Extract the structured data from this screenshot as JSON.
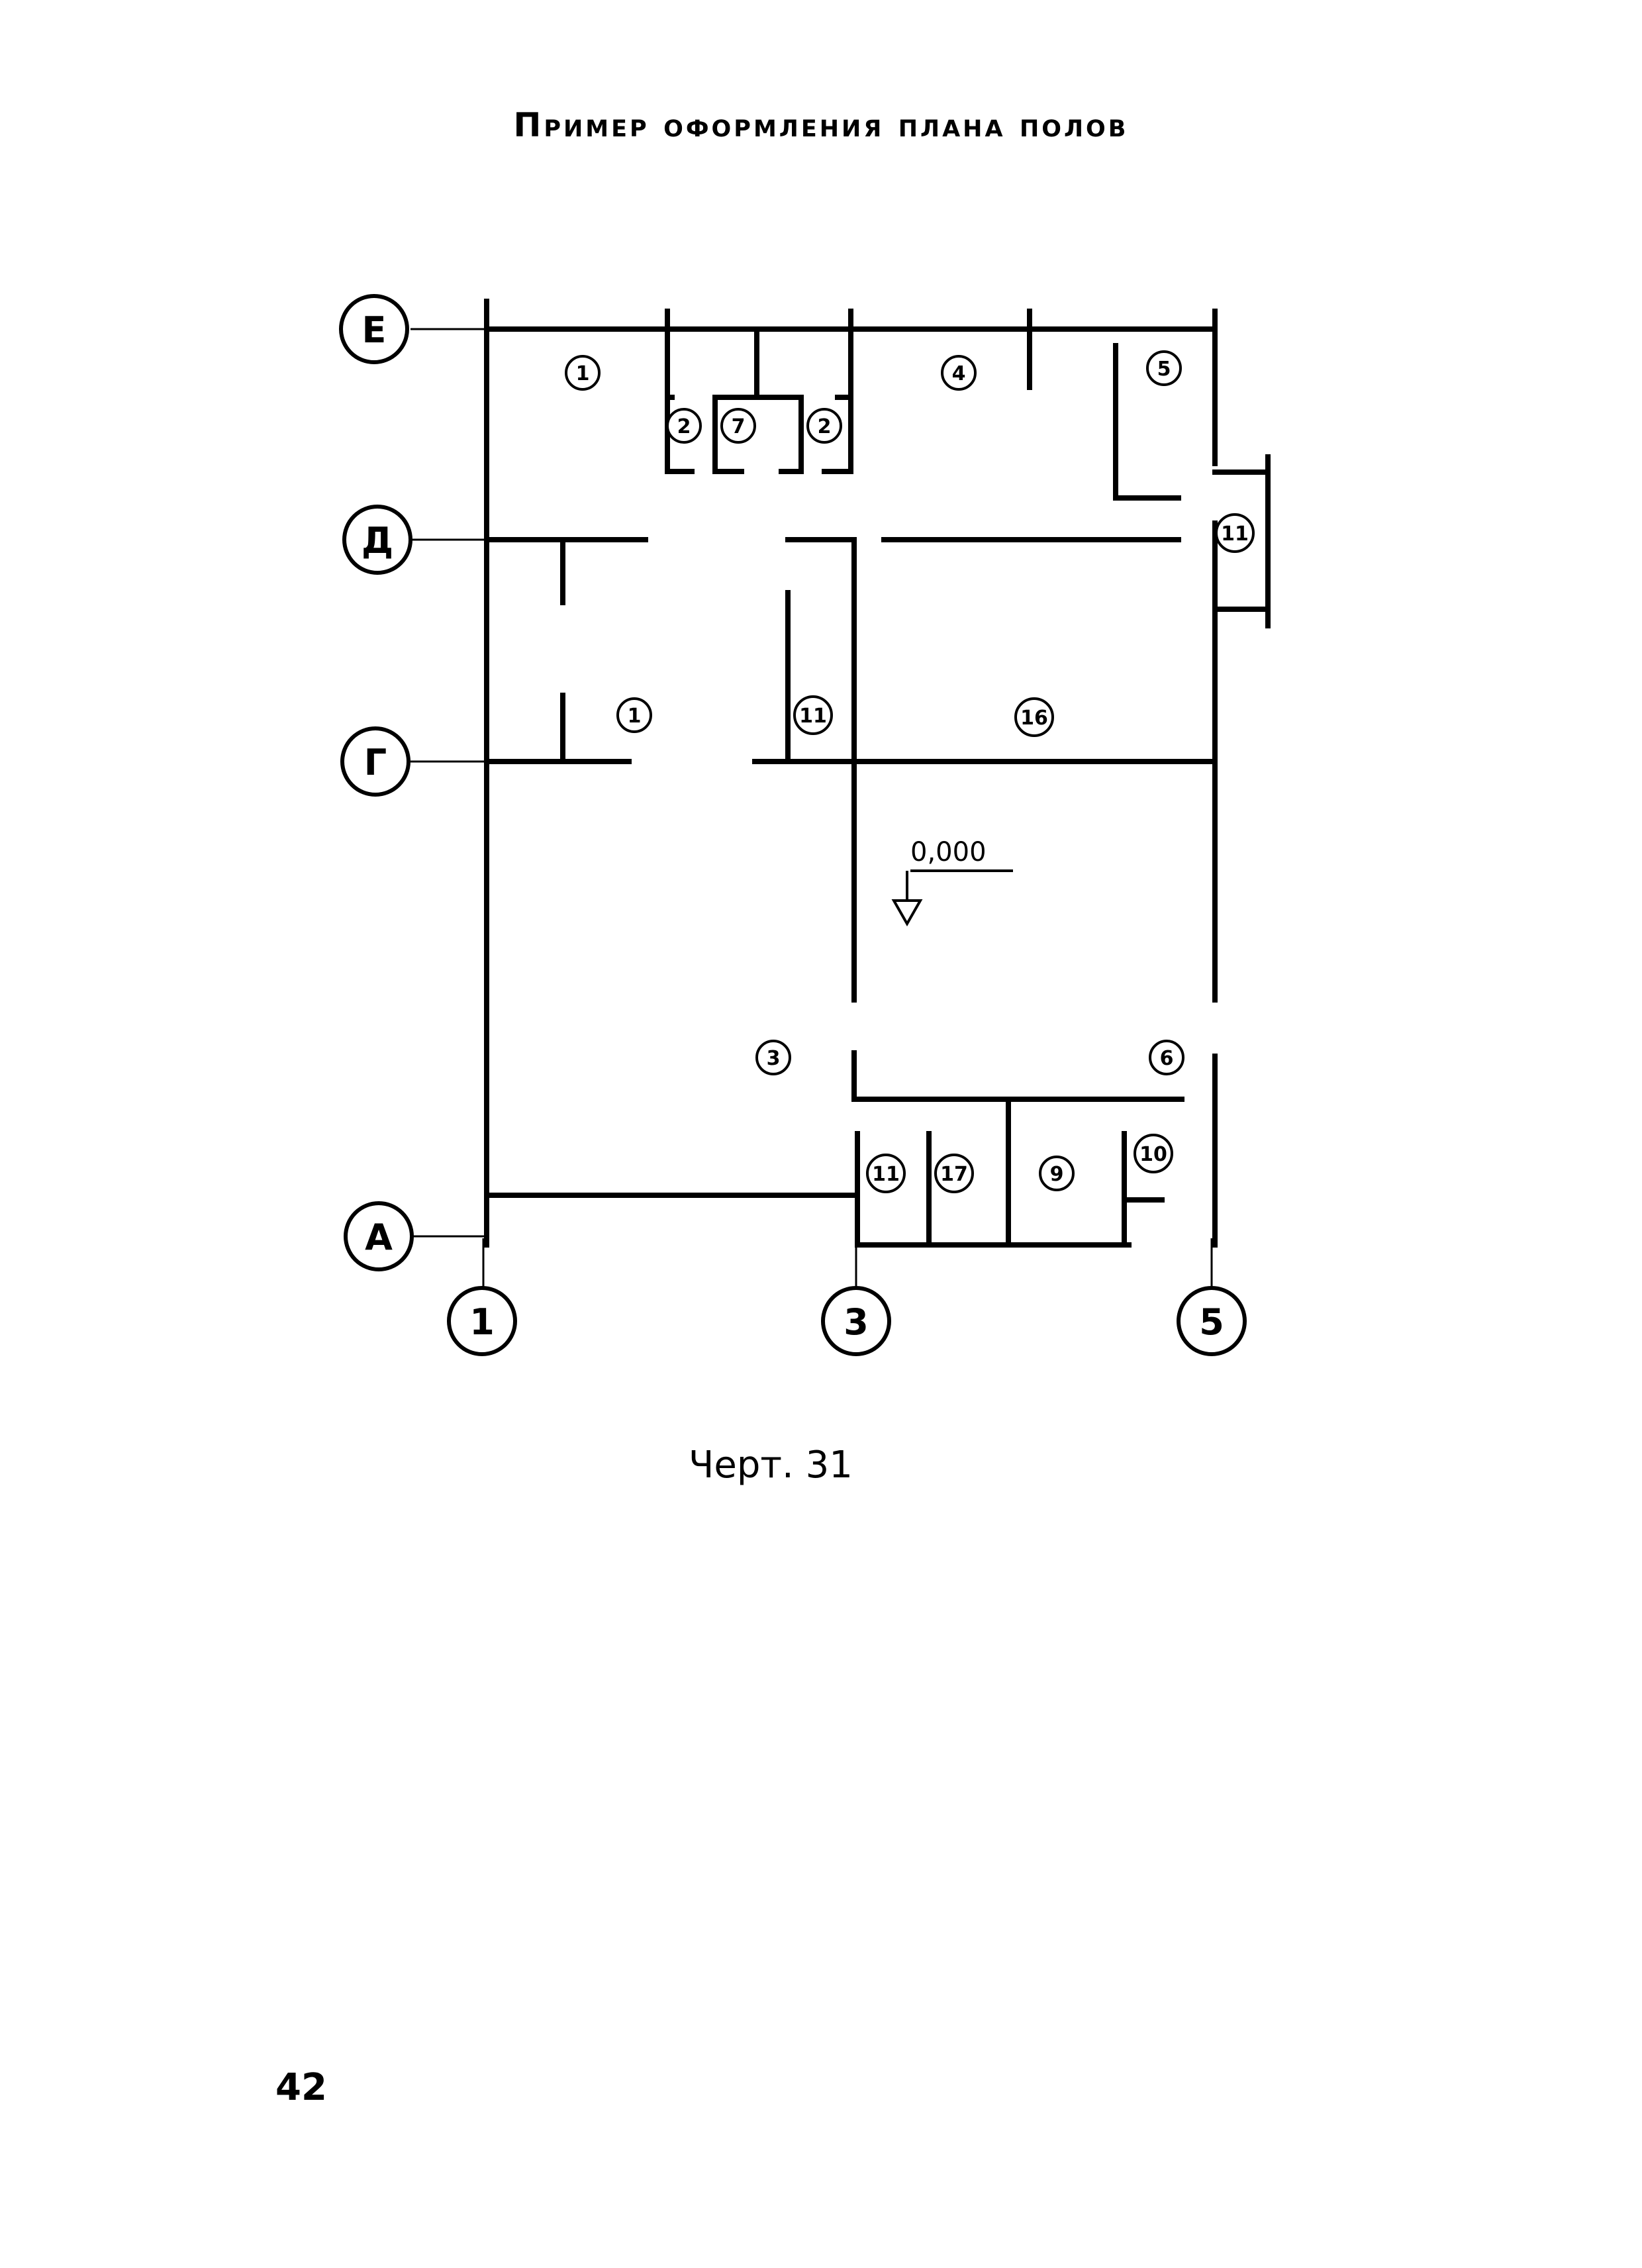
{
  "title": "Пример оформления плана полов",
  "caption": "Черт. 31",
  "page_number": "42",
  "axes": {
    "rows": [
      "Е",
      "Д",
      "Г",
      "А"
    ],
    "columns": [
      "1",
      "3",
      "5"
    ]
  },
  "rooms": [
    "1",
    "2",
    "7",
    "2",
    "4",
    "5",
    "11",
    "1",
    "11",
    "16",
    "3",
    "6",
    "11",
    "17",
    "9",
    "10"
  ],
  "level_mark": "0,000"
}
